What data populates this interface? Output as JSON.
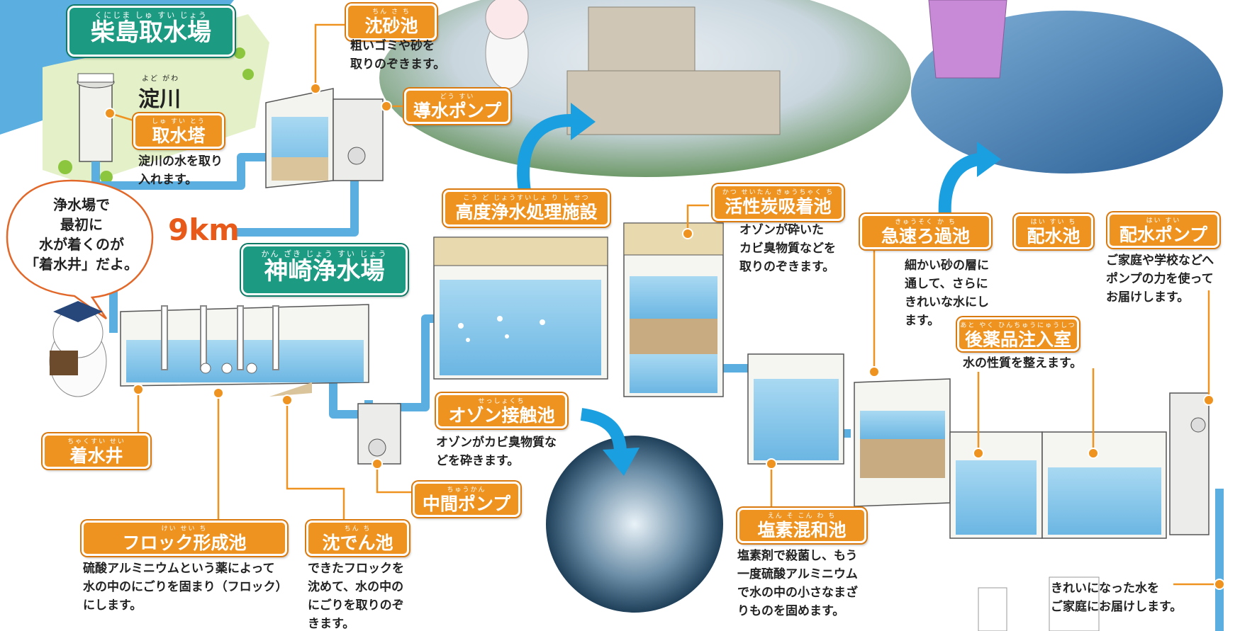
{
  "places": {
    "shibashima": {
      "ruby": "くにじま しゅ すい じょう",
      "name": "柴島取水場"
    },
    "kanzaki": {
      "ruby": "かん ざき じょう すい じょう",
      "name": "神崎浄水場"
    },
    "yodogawa": {
      "ruby": "よど がわ",
      "name": "淀川"
    }
  },
  "distance": "9km",
  "speech": "浄水場で\n最初に\n水が着くのが\n「着水井」だよ。",
  "facilities": [
    {
      "key": "chinsachi",
      "ruby": "ちん さ ち",
      "name": "沈砂池",
      "desc": "粗いゴミや砂を\n取りのぞきます。"
    },
    {
      "key": "shusuito",
      "ruby": "しゅ すい とう",
      "name": "取水塔",
      "desc": "淀川の水を取り\n入れます。"
    },
    {
      "key": "dosui_pump",
      "ruby": "どう すい",
      "name": "導水ポンプ",
      "desc": ""
    },
    {
      "key": "koudo",
      "ruby": "こう ど じょうすいしょ り し せつ",
      "name": "高度浄水処理施設",
      "desc": ""
    },
    {
      "key": "kasseitan",
      "ruby": "かつ せいたん きゅうちゃく ち",
      "name": "活性炭吸着池",
      "desc": "オゾンが砕いた\nカビ臭物質などを\n取りのぞきます。"
    },
    {
      "key": "kyusoku",
      "ruby": "きゅうそく か ち",
      "name": "急速ろ過池",
      "desc": "細かい砂の層に\n通して、さらに\nきれいな水にし\nます。"
    },
    {
      "key": "haisuichi",
      "ruby": "はい すい ち",
      "name": "配水池",
      "desc": ""
    },
    {
      "key": "haisui_pump",
      "ruby": "はい すい",
      "name": "配水ポンプ",
      "desc": "ご家庭や学校などへ\nポンプの力を使って\nお届けします。"
    },
    {
      "key": "kouyaku",
      "ruby": "あと やく ひんちゅうにゅうしつ",
      "name": "後薬品注入室",
      "desc": "水の性質を整えます。"
    },
    {
      "key": "ozone",
      "ruby": "せっしょくち",
      "name": "オゾン接触池",
      "desc": "オゾンがカビ臭物質な\nどを砕きます。"
    },
    {
      "key": "chakusuisei",
      "ruby": "ちゃくすい せい",
      "name": "着水井",
      "desc": ""
    },
    {
      "key": "chukan_pump",
      "ruby": "ちゅうかん",
      "name": "中間ポンプ",
      "desc": ""
    },
    {
      "key": "floc",
      "ruby": "けい せい ち",
      "name": "フロック形成池",
      "desc": "硫酸アルミニウムという薬によって\n水の中のにごりを固まり（フロック）\nにします。"
    },
    {
      "key": "chindenchi",
      "ruby": "ちん ち",
      "name": "沈でん池",
      "desc": "できたフロックを\n沈めて、水の中の\nにごりを取りのぞ\nきます。"
    },
    {
      "key": "enso",
      "ruby": "えん そ こん わ ち",
      "name": "塩素混和池",
      "desc": "塩素剤で殺菌し、もう\n一度硫酸アルミニウム\nで水の中の小さなまざ\nりものを固めます。"
    }
  ],
  "delivery_note": "きれいになった水を\nご家庭にお届けします。",
  "colors": {
    "label": "#ef9320",
    "label_green": "#1c9a82",
    "water": "#7cc0e8",
    "pipe": "#5aaee0",
    "arrow": "#1a9fe0",
    "leader": "#ef9320",
    "distance_text": "#e85a1a"
  }
}
